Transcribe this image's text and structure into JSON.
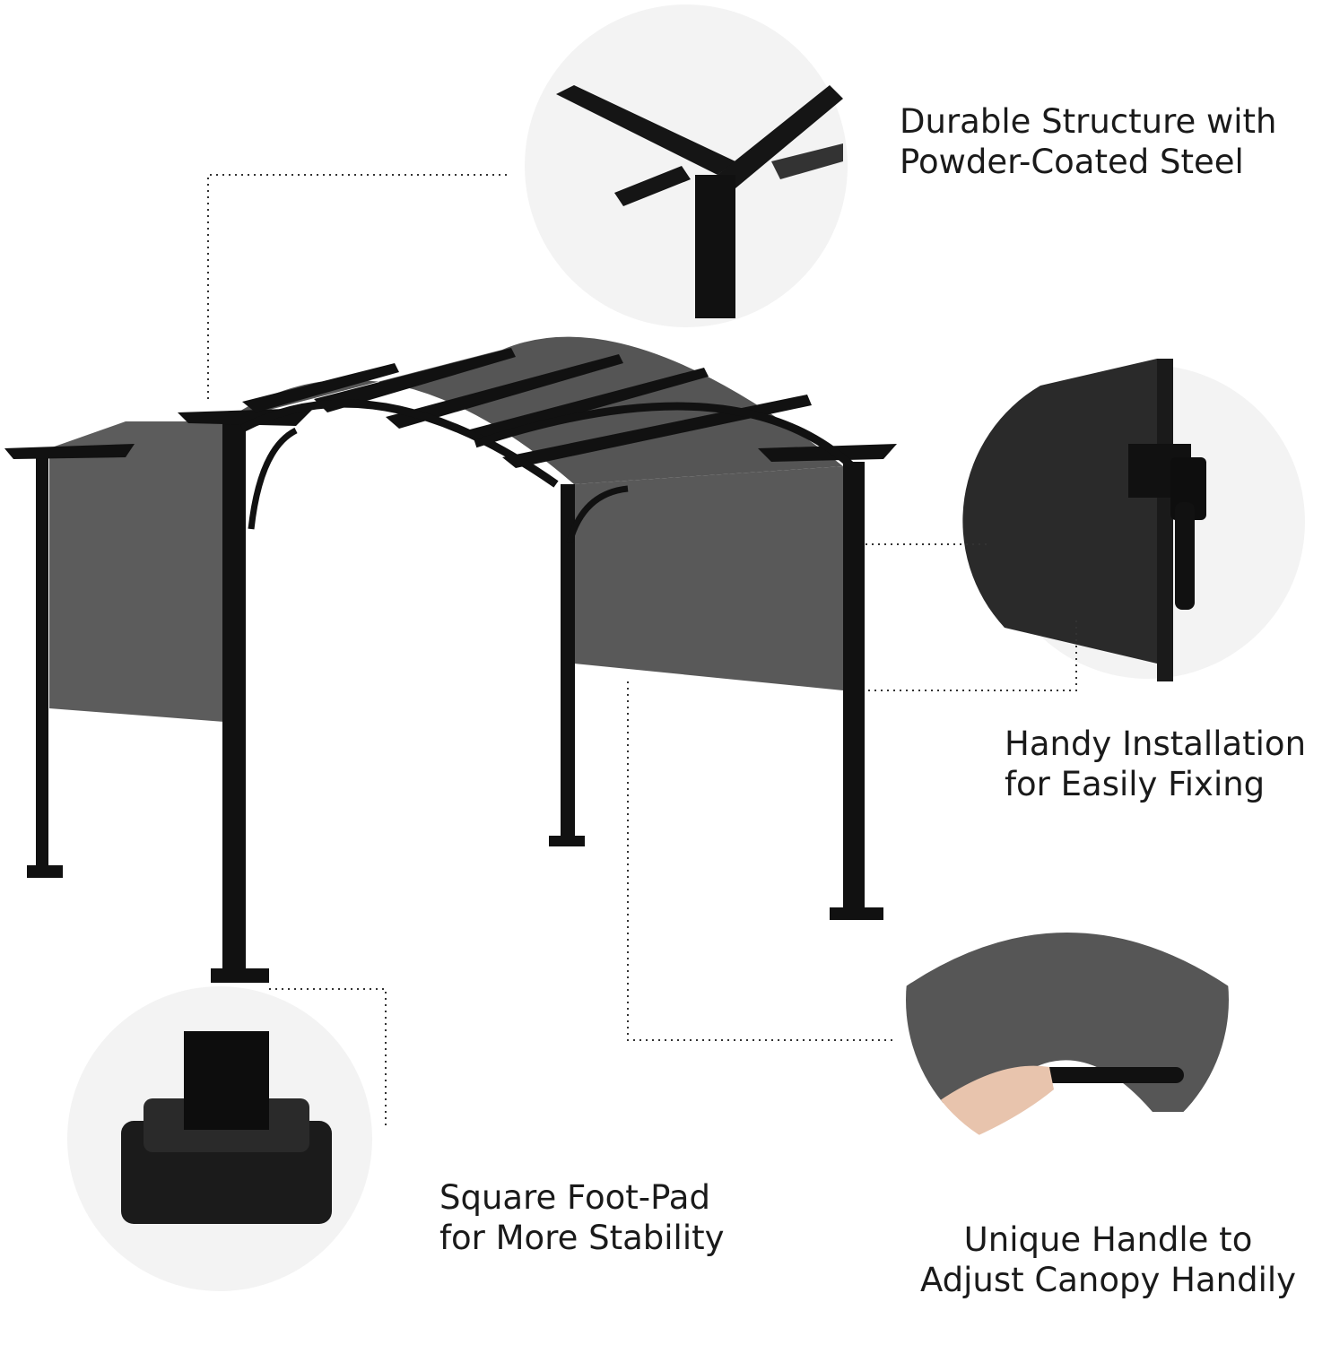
{
  "features": [
    {
      "line1": "Durable Structure with",
      "line2": "Powder-Coated Steel"
    },
    {
      "line1": "Handy Installation",
      "line2": "for Easily Fixing"
    },
    {
      "line1": "Square Foot-Pad",
      "line2": "for More Stability"
    },
    {
      "line1": "Unique Handle to",
      "line2": "Adjust Canopy Handily"
    }
  ],
  "colors": {
    "frame": "#141414",
    "canopy": "#5a5a5a",
    "circle_bg": "#f3f3f3",
    "text": "#1a1a1a"
  }
}
